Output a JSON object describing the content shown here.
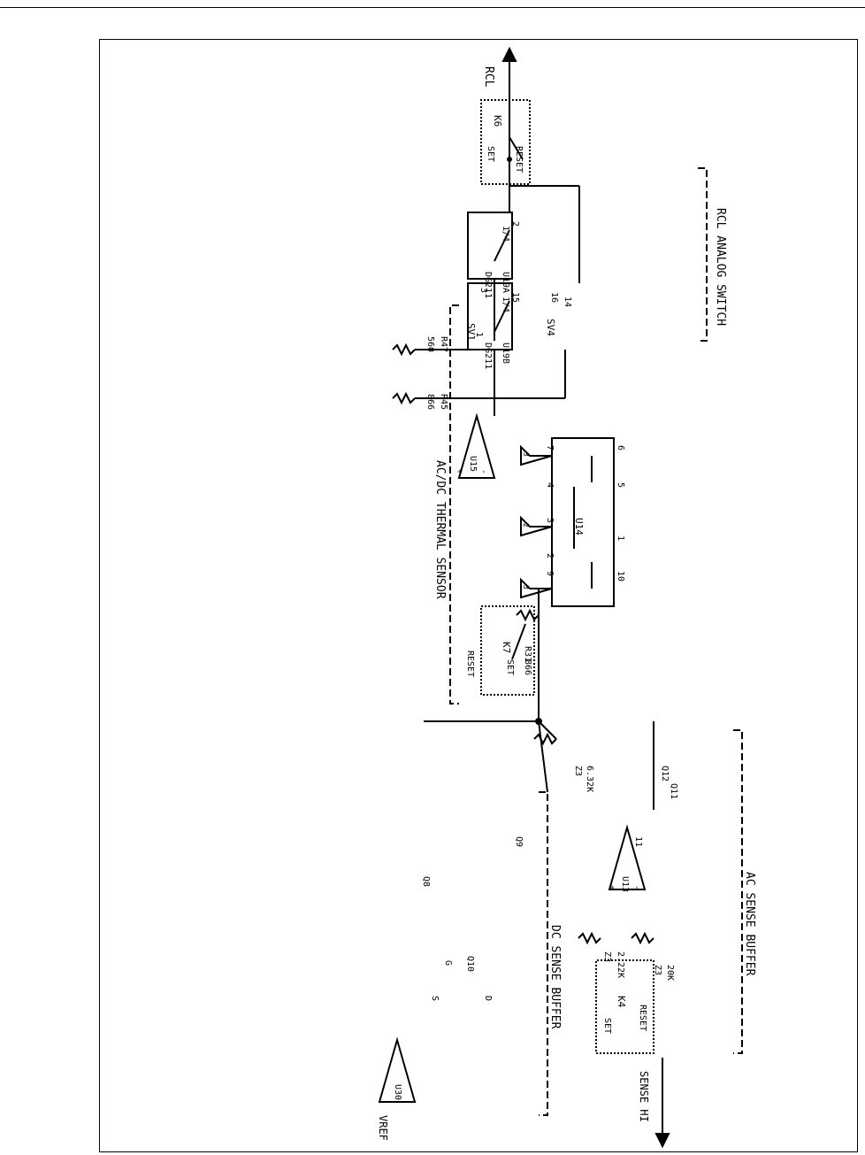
{
  "labels": {
    "rcl": "RCL",
    "vref": "VREF",
    "sense_hi": "SENSE HI",
    "dc_sense_buffer": "DC SENSE BUFFER",
    "ac_sense_buffer": "AC SENSE BUFFER",
    "thermal_sensor": "AC/DC THERMAL SENSOR",
    "rcl_analog_switch": "RCL ANALOG SWITCH"
  },
  "relays": {
    "k6": {
      "name": "K6",
      "set": "SET",
      "reset": "RESET"
    },
    "k7": {
      "name": "K7",
      "set": "SET",
      "reset": "RESET"
    },
    "k4": {
      "name": "K4",
      "set": "SET",
      "reset": "RESET"
    }
  },
  "resistors": {
    "r47": {
      "ref": "R47",
      "value": "560"
    },
    "r45": {
      "ref": "R45",
      "value": "866"
    },
    "r31": {
      "ref": "R31",
      "value": "866"
    },
    "z3a": {
      "ref": "Z3",
      "value": "6.32K"
    },
    "z3b": {
      "ref": "Z3",
      "value": "2.22K"
    },
    "z3c": {
      "ref": "Z3",
      "value": "20K"
    }
  },
  "switches": {
    "u19a": {
      "chip": "DG211",
      "ref": "U19A",
      "ctrl": "SV1",
      "part": "1/4"
    },
    "u19b": {
      "chip": "DG211",
      "ref": "U19B",
      "ctrl": "SV4",
      "part": "1/4"
    }
  },
  "amps": {
    "u15": "U15",
    "u13": "U13",
    "u30": "U30",
    "u14": "U14"
  },
  "transistors": {
    "q8": "Q8",
    "q9": "Q9",
    "q10": "Q10",
    "q11": "Q11",
    "q12": "Q12"
  },
  "pins": {
    "p1": "1",
    "p2": "2",
    "p3": "3",
    "p4": "4",
    "p5": "5",
    "p6": "6",
    "p7": "7",
    "p9": "9",
    "p10": "10",
    "p11": "11",
    "p14": "14",
    "p15": "15",
    "p16": "16",
    "g": "G",
    "s": "S",
    "d": "D"
  },
  "grounds": {
    "g3": "3",
    "g2": "2"
  },
  "polarity": {
    "minus": "-",
    "plus": "+"
  }
}
